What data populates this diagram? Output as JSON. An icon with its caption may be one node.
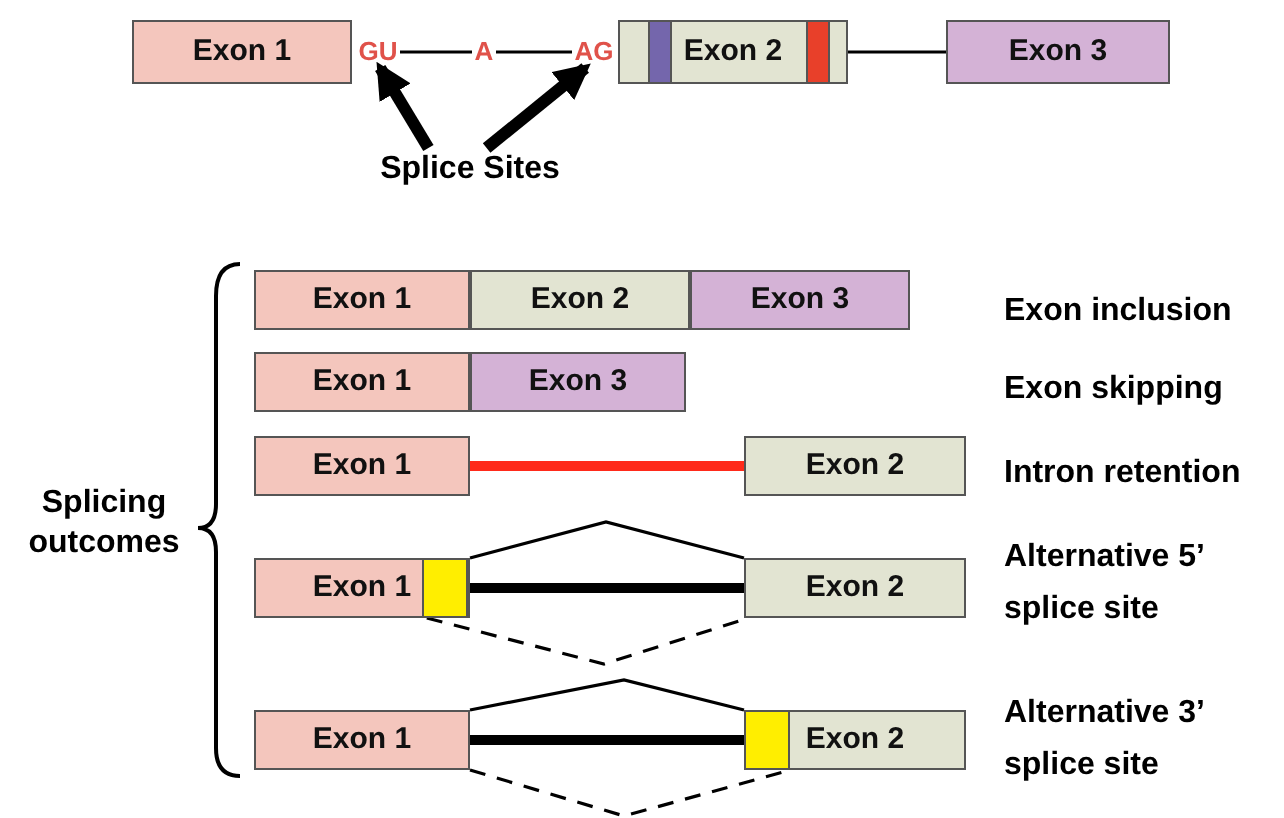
{
  "diagram": {
    "nodes": [
      {
        "text": [
          "Exon 1"
        ]
      },
      {
        "text": [
          "GU"
        ]
      },
      {
        "text": [
          "A"
        ]
      },
      {
        "text": [
          "AG"
        ]
      },
      {
        "text": [
          "Exon 2"
        ]
      },
      {
        "text": [
          "Exon 3"
        ]
      },
      {
        "text": [
          "Splice Sites"
        ]
      },
      {
        "text": [
          "Splicing outcomes"
        ]
      },
      {
        "text": [
          "Exon 1"
        ]
      },
      {
        "text": [
          "Exon 2"
        ]
      },
      {
        "text": [
          "Exon 3"
        ]
      },
      {
        "text": [
          "Exon 1"
        ]
      },
      {
        "text": [
          "Exon 3"
        ]
      },
      {
        "text": [
          "Exon 1"
        ]
      },
      {
        "text": [
          "Exon 2"
        ]
      },
      {
        "text": [
          "Exon 1"
        ]
      },
      {
        "text": [
          "Exon 2"
        ]
      },
      {
        "text": [
          "Exon 1"
        ]
      },
      {
        "text": [
          "Exon 2"
        ]
      }
    ],
    "edges": [
      {
        "from": 1,
        "to": 2,
        "arrow": "none"
      },
      {
        "from": 2,
        "to": 3,
        "arrow": "none"
      },
      {
        "from": 4,
        "to": 5,
        "arrow": "none"
      },
      {
        "from": 6,
        "to": 1,
        "arrow": "to",
        "style": "thick"
      },
      {
        "from": 6,
        "to": 3,
        "arrow": "to",
        "style": "thick"
      },
      {
        "from": 13,
        "to": 14,
        "arrow": "none",
        "style": "thick",
        "color": "#ff2a1a"
      },
      {
        "from": 15,
        "to": 16,
        "arrow": "none",
        "style": "thick"
      },
      {
        "from": 15,
        "to": 16,
        "arrow": "none"
      },
      {
        "from": 15,
        "to": 16,
        "arrow": "none",
        "style": "dashed"
      },
      {
        "from": 17,
        "to": 18,
        "arrow": "none",
        "style": "thick"
      },
      {
        "from": 17,
        "to": 18,
        "arrow": "none"
      },
      {
        "from": 17,
        "to": 18,
        "arrow": "none",
        "style": "dashed"
      }
    ],
    "labels": [
      "Exon inclusion",
      "Exon skipping",
      "Intron retention",
      "Alternative 5’ splice site",
      "Alternative 3’ splice site"
    ]
  }
}
